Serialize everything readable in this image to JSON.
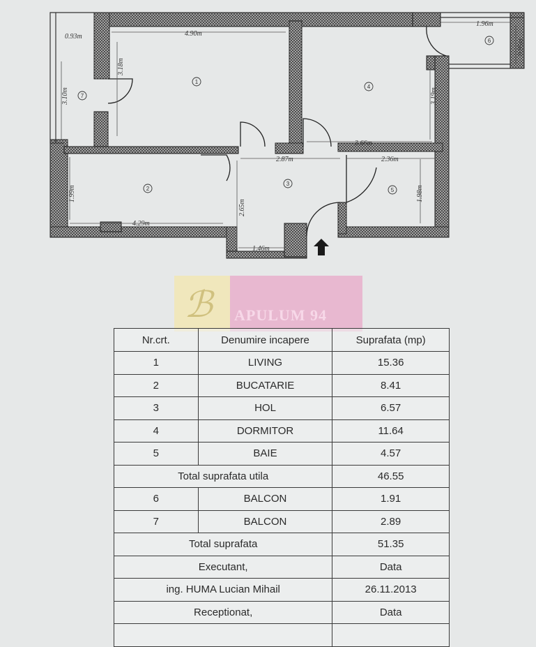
{
  "plan": {
    "dimensions": [
      "0.93m",
      "4.90m",
      "3.18m",
      "3.10m",
      "1.96m",
      "0.95m",
      "3.19m",
      "3.66m",
      "2.87m",
      "2.36m",
      "1.99m",
      "2.65m",
      "1.98m",
      "4.29m",
      "1.46m"
    ],
    "room_numbers": [
      "1",
      "2",
      "3",
      "4",
      "5",
      "6",
      "7"
    ]
  },
  "watermark": {
    "name": "APULUM 94"
  },
  "table": {
    "headers": [
      "Nr.crt.",
      "Denumire incapere",
      "Suprafata (mp)"
    ],
    "rooms_a": [
      {
        "nr": "1",
        "name": "LIVING",
        "area": "15.36"
      },
      {
        "nr": "2",
        "name": "BUCATARIE",
        "area": "8.41"
      },
      {
        "nr": "3",
        "name": "HOL",
        "area": "6.57"
      },
      {
        "nr": "4",
        "name": "DORMITOR",
        "area": "11.64"
      },
      {
        "nr": "5",
        "name": "BAIE",
        "area": "4.57"
      }
    ],
    "total_utila": {
      "label": "Total suprafata utila",
      "value": "46.55"
    },
    "rooms_b": [
      {
        "nr": "6",
        "name": "BALCON",
        "area": "1.91"
      },
      {
        "nr": "7",
        "name": "BALCON",
        "area": "2.89"
      }
    ],
    "total": {
      "label": "Total suprafata",
      "value": "51.35"
    },
    "executant": {
      "label": "Executant,",
      "data_label": "Data"
    },
    "engineer": {
      "name": "ing. HUMA Lucian Mihail",
      "date": "26.11.2013"
    },
    "receptionat": {
      "label": "Receptionat,",
      "data_label": "Data"
    }
  }
}
